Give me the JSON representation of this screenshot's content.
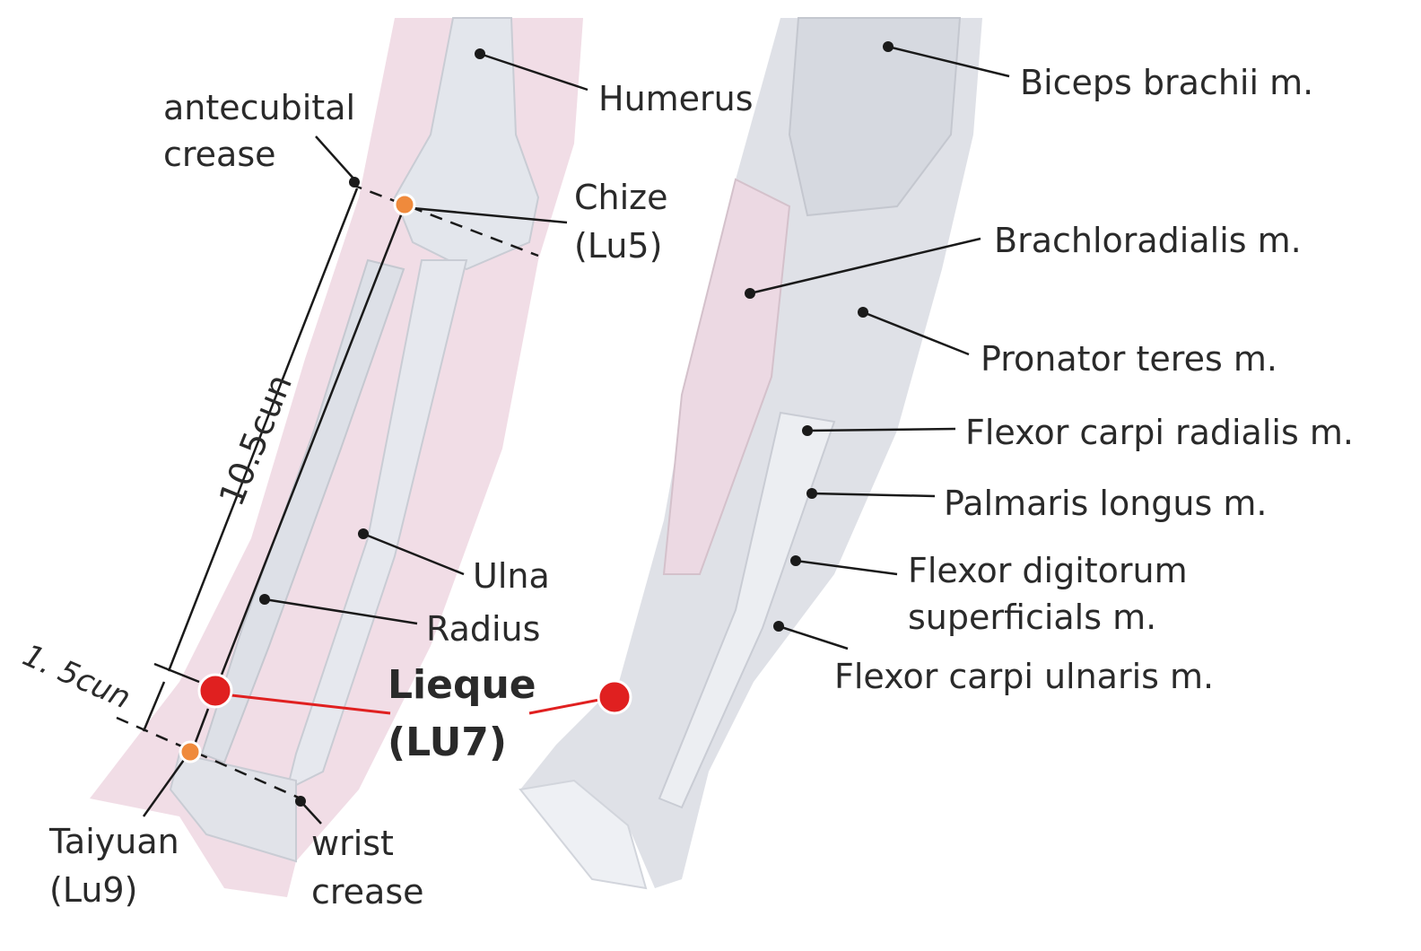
{
  "colors": {
    "skin": "#f1dde6",
    "bone": "#e3e6ec",
    "muscle": "#d9dce3",
    "leader": "#1a1a1a",
    "lieque": "#e02020",
    "minor_point": "#ef8a3c",
    "text": "#2a2a2a"
  },
  "labels": {
    "humerus": "Humerus",
    "antecubital_1": "antecubital",
    "antecubital_2": "crease",
    "chize_1": "Chize",
    "chize_2": "(Lu5)",
    "ulna": "Ulna",
    "radius": "Radius",
    "lieque_1": "Lieque",
    "lieque_2": "(LU7)",
    "taiyuan_1": "Taiyuan",
    "taiyuan_2": "(Lu9)",
    "wrist_1": "wrist",
    "wrist_2": "crease",
    "measure_long": "10.5cun",
    "measure_short": "1. 5cun",
    "biceps": "Biceps brachii m.",
    "brachioradialis": "Brachloradialis m.",
    "pronator": "Pronator teres m.",
    "fcr": "Flexor carpi radialis m.",
    "palmaris": "Palmaris longus m.",
    "fds_1": "Flexor digitorum",
    "fds_2": "superficials m.",
    "fcu": "Flexor carpi ulnaris m."
  }
}
